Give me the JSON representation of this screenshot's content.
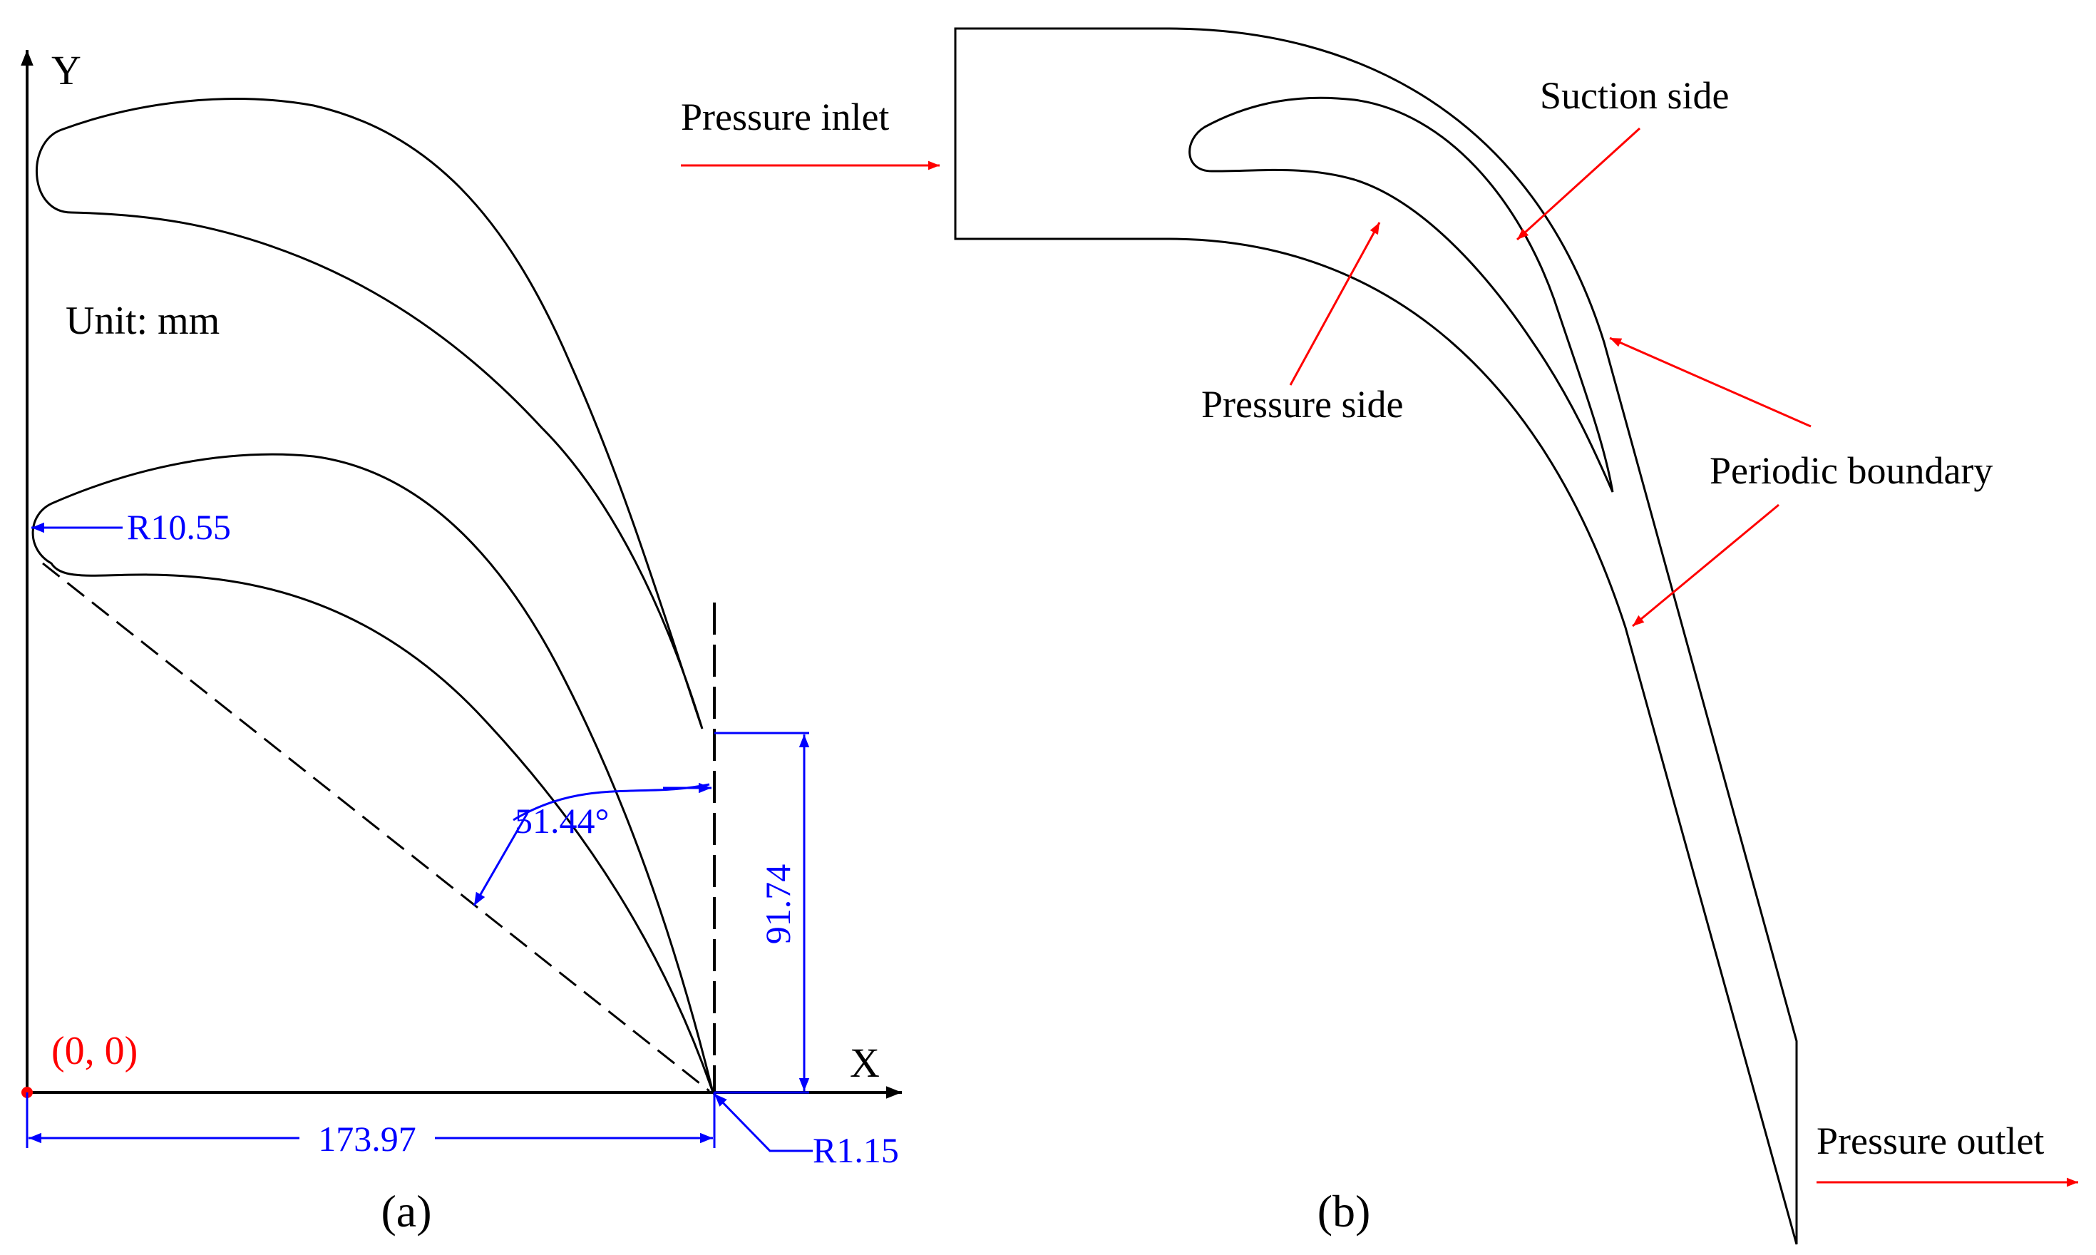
{
  "panel_a": {
    "axis_y_label": "Y",
    "axis_x_label": "X",
    "unit_label": "Unit: mm",
    "origin_label": "(0, 0)",
    "dim_leading_radius": "R10.55",
    "dim_angle": "51.44°",
    "dim_height": "91.74",
    "dim_width": "173.97",
    "dim_trailing_radius": "R1.15",
    "caption": "(a)"
  },
  "panel_b": {
    "inlet_label": "Pressure inlet",
    "suction_label": "Suction side",
    "pressure_side_label": "Pressure side",
    "periodic_label": "Periodic boundary",
    "outlet_label": "Pressure outlet",
    "caption": "(b)"
  },
  "colors": {
    "line": "#000000",
    "dimension": "#0000ff",
    "annotation_arrow": "#ff0000",
    "origin": "#ff0000"
  }
}
